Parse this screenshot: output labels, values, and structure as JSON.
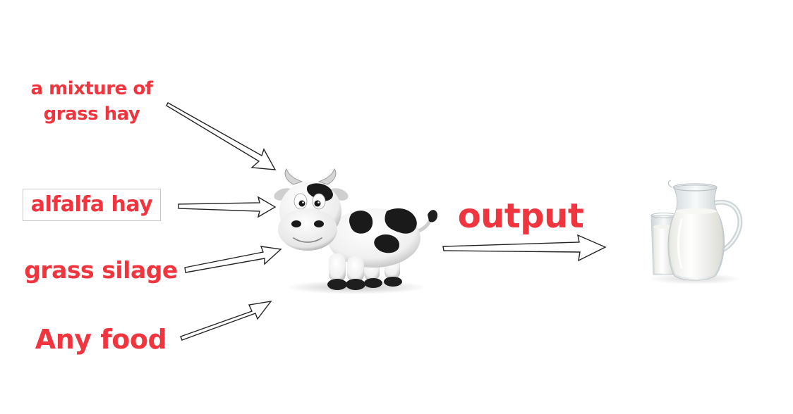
{
  "inputs": {
    "mixture": "a mixture of\ngrass hay",
    "mixture_line1": "a mixture of",
    "mixture_line2": "grass hay",
    "alfalfa": "alfalfa hay",
    "silage": "grass silage",
    "any_food": "Any food"
  },
  "output_label": "output",
  "colors": {
    "label": "#f0353f",
    "arrow_stroke": "#222222",
    "arrow_fill": "#ffffff"
  },
  "icons": {
    "cow": "cartoon-cow-icon",
    "milk": "milk-jug-and-glass-icon"
  }
}
